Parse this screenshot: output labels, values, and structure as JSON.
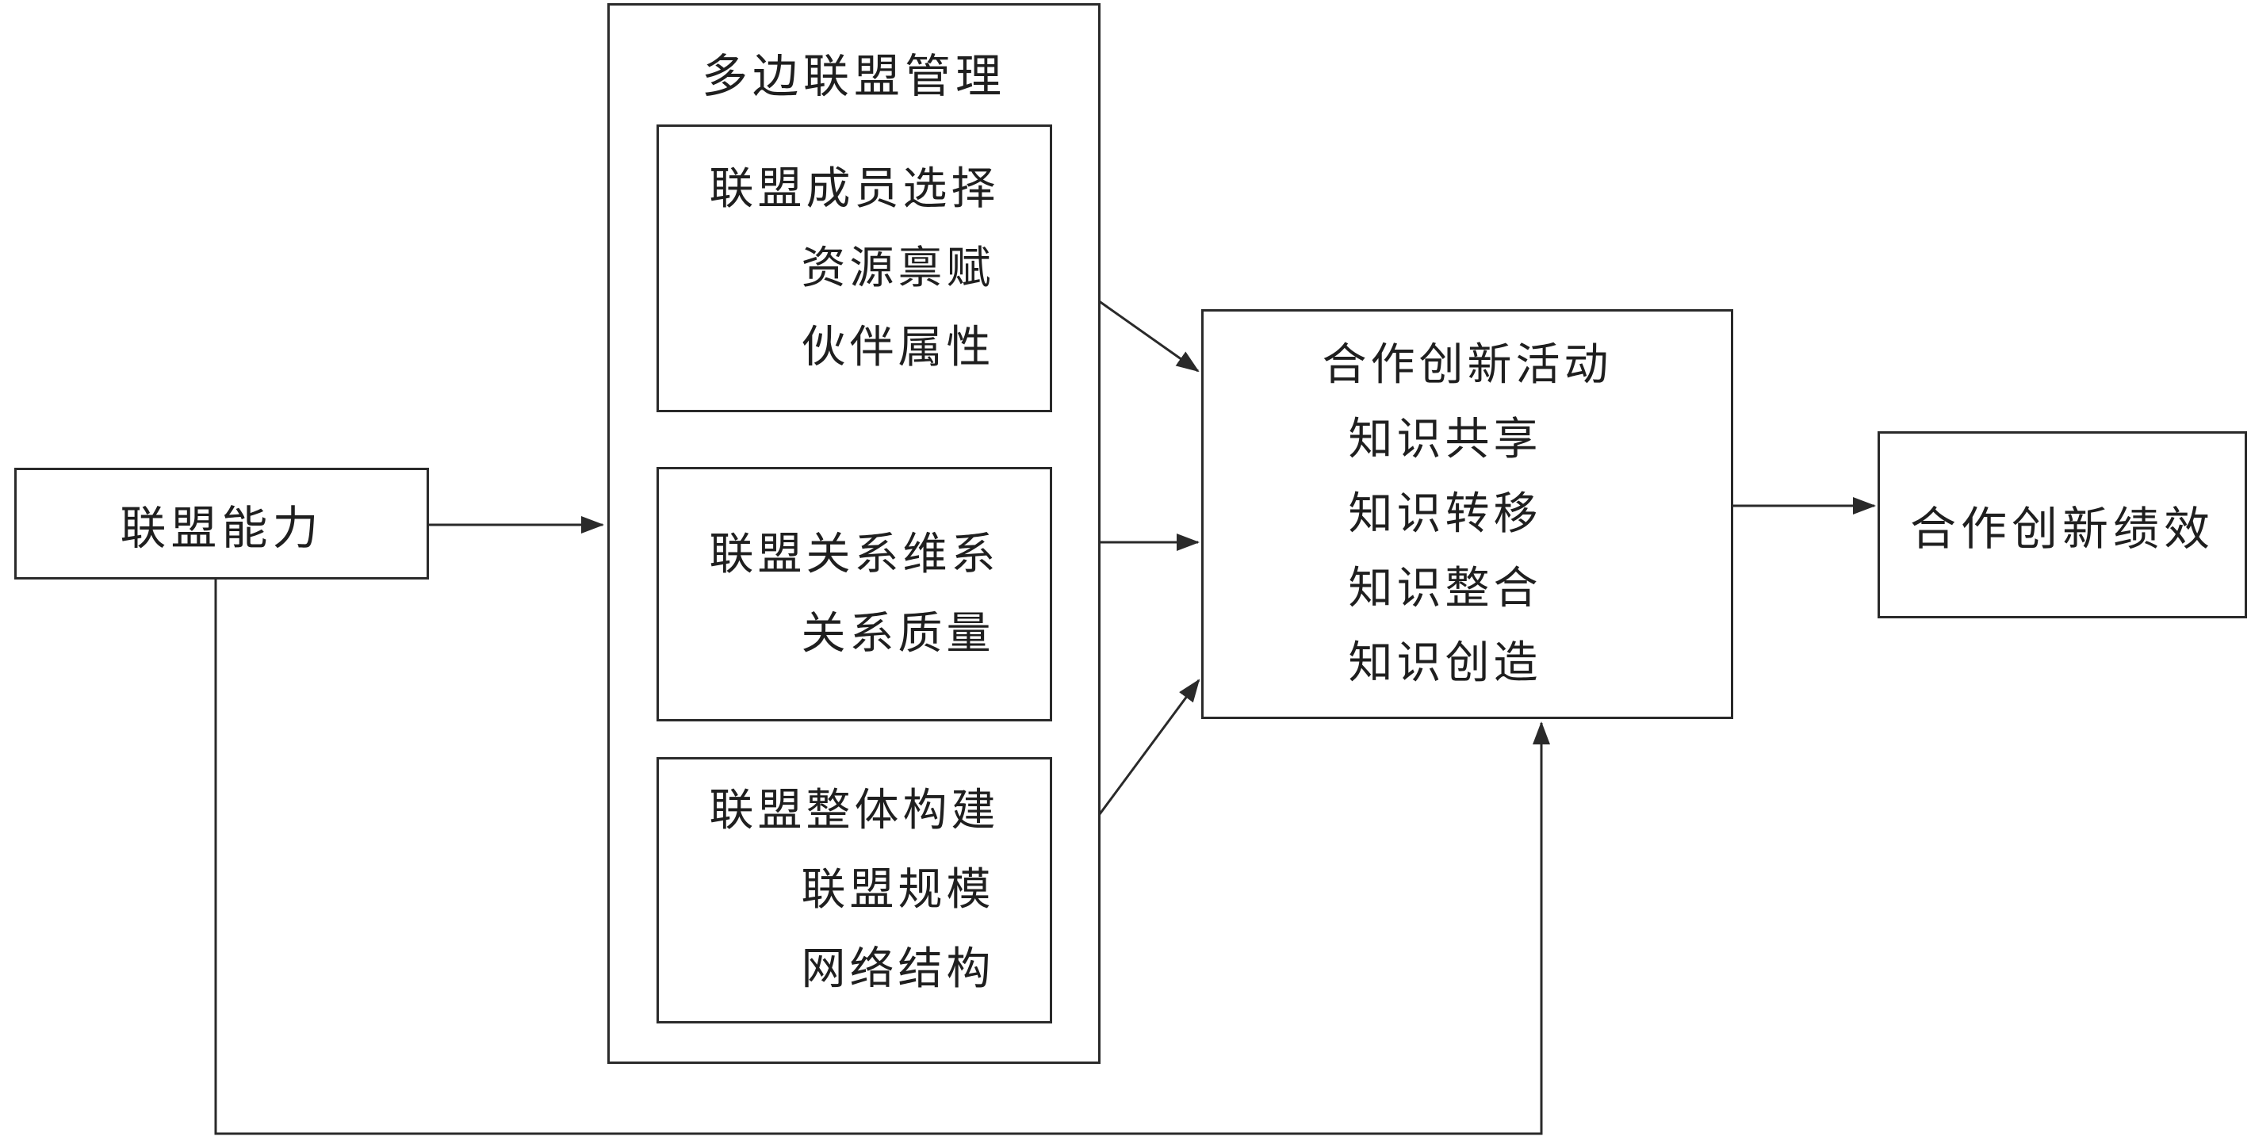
{
  "diagram": {
    "capability_box": {
      "label": "联盟能力"
    },
    "management_box": {
      "title": "多边联盟管理",
      "sub_boxes": [
        {
          "title": "联盟成员选择",
          "items": [
            "资源禀赋",
            "伙伴属性"
          ]
        },
        {
          "title": "联盟关系维系",
          "items": [
            "关系质量"
          ]
        },
        {
          "title": "联盟整体构建",
          "items": [
            "联盟规模",
            "网络结构"
          ]
        }
      ]
    },
    "activity_box": {
      "title": "合作创新活动",
      "items": [
        "知识共享",
        "知识转移",
        "知识整合",
        "知识创造"
      ]
    },
    "performance_box": {
      "label": "合作创新绩效"
    },
    "colors": {
      "line": "#2a2a2a",
      "background": "#ffffff"
    }
  }
}
